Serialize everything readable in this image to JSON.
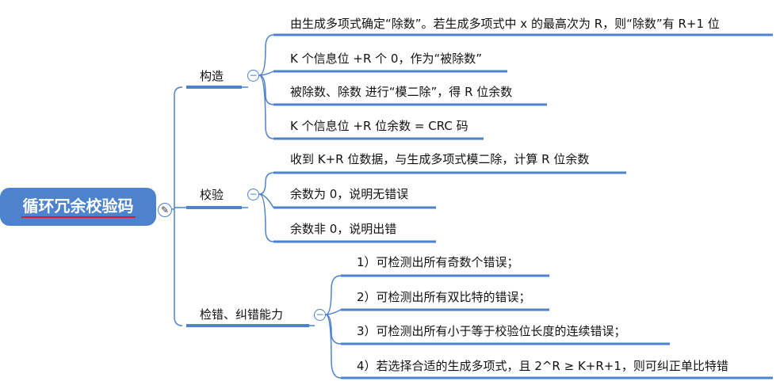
{
  "root": {
    "label": "循环冗余校验码",
    "icon": "pencil-icon"
  },
  "branches": [
    {
      "label": "构造",
      "children": [
        "由生成多项式确定“除数”。若生成多项式中 x 的最高次为 R，则“除数”有 R+1 位",
        "K 个信息位 +R 个 0，作为“被除数”",
        "被除数、除数 进行“模二除”，得 R 位余数",
        "K 个信息位 +R 位余数 = CRC 码"
      ]
    },
    {
      "label": "校验",
      "children": [
        "收到 K+R 位数据，与生成多项式模二除，计算 R 位余数",
        "余数为 0，说明无错误",
        "余数非 0，说明出错"
      ]
    },
    {
      "label": "检错、纠错能力",
      "children": [
        "1）可检测出所有奇数个错误；",
        "2）可检测出所有双比特的错误；",
        "3）可检测出所有小于等于校验位长度的连续错误；",
        "4）若选择合适的生成多项式，且 2^R ≥ K+R+1，则可纠正单比特错"
      ]
    }
  ],
  "collapse_symbol": "−",
  "colors": {
    "line": "#4d82cc",
    "root": "#4d82cc"
  }
}
